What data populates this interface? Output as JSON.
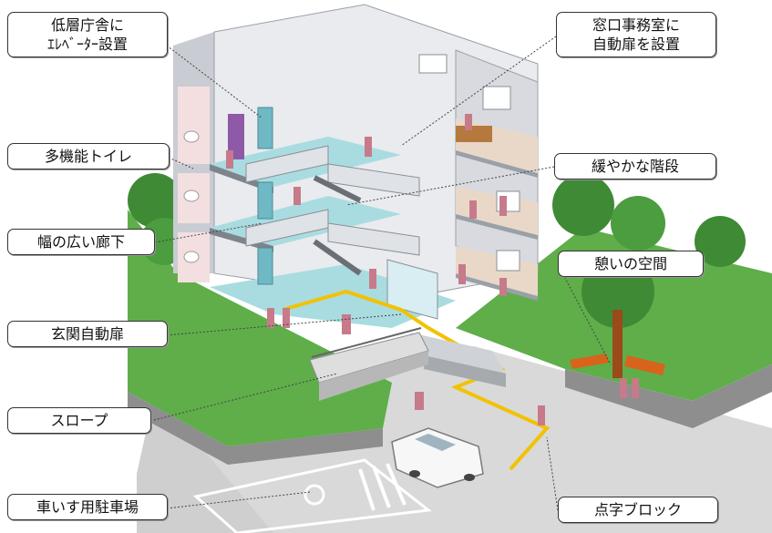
{
  "callouts": {
    "elevator": {
      "line1": "低層庁舎に",
      "line2": "ｴﾚﾍﾞｰﾀｰ設置"
    },
    "toilet": {
      "label": "多機能トイレ"
    },
    "corridor": {
      "label": "幅の広い廊下"
    },
    "entrance_door": {
      "label": "玄関自動扉"
    },
    "slope": {
      "label": "スロープ"
    },
    "wheelchair_parking": {
      "label": "車いす用駐車場"
    },
    "office_door": {
      "line1": "窓口事務室に",
      "line2": "自動扉を設置"
    },
    "stairs": {
      "label": "緩やかな階段"
    },
    "rest_space": {
      "label": "憩いの空間"
    },
    "tactile_blocks": {
      "label": "点字ブロック"
    }
  },
  "colors": {
    "lawn": "#5fae4a",
    "lawn_dark": "#3f8a35",
    "floor": "#a9dce0",
    "wall": "#e9ebee",
    "wall_shade": "#c9ccd2",
    "tactile": "#f2c200",
    "asphalt": "#d9d9d9",
    "room_floor": "#e9d8c8"
  }
}
